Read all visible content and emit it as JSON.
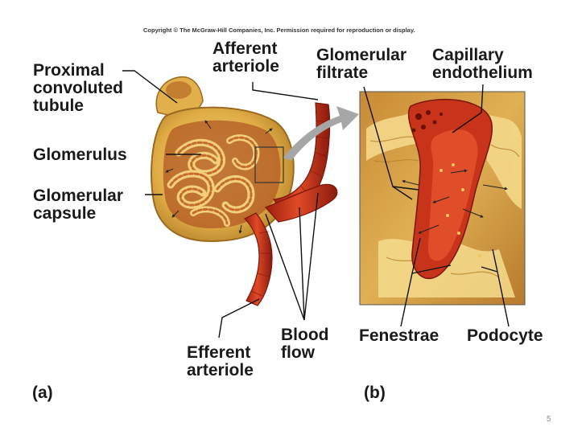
{
  "copyright": "Copyright © The McGraw-Hill Companies, Inc. Permission required for reproduction or display.",
  "labels": {
    "proximal": "Proximal\nconvoluted\ntubule",
    "afferent": "Afferent\narteriole",
    "filtrate": "Glomerular\nfiltrate",
    "endothelium": "Capillary\nendothelium",
    "glomerulus": "Glomerulus",
    "capsule": "Glomerular\ncapsule",
    "efferent": "Efferent\narteriole",
    "bloodflow": "Blood\nflow",
    "fenestrae": "Fenestrae",
    "podocyte": "Podocyte"
  },
  "panels": {
    "a": "(a)",
    "b": "(b)"
  },
  "page_number": "5",
  "colors": {
    "capsule": "#e2b445",
    "capsule_inner": "#a5461c",
    "vessel": "#cf3a1c",
    "vessel_dark": "#8e1c10",
    "podocyte": "#f1d57e",
    "background_b": "#d9a24a",
    "arrow": "#9a9a9a"
  }
}
